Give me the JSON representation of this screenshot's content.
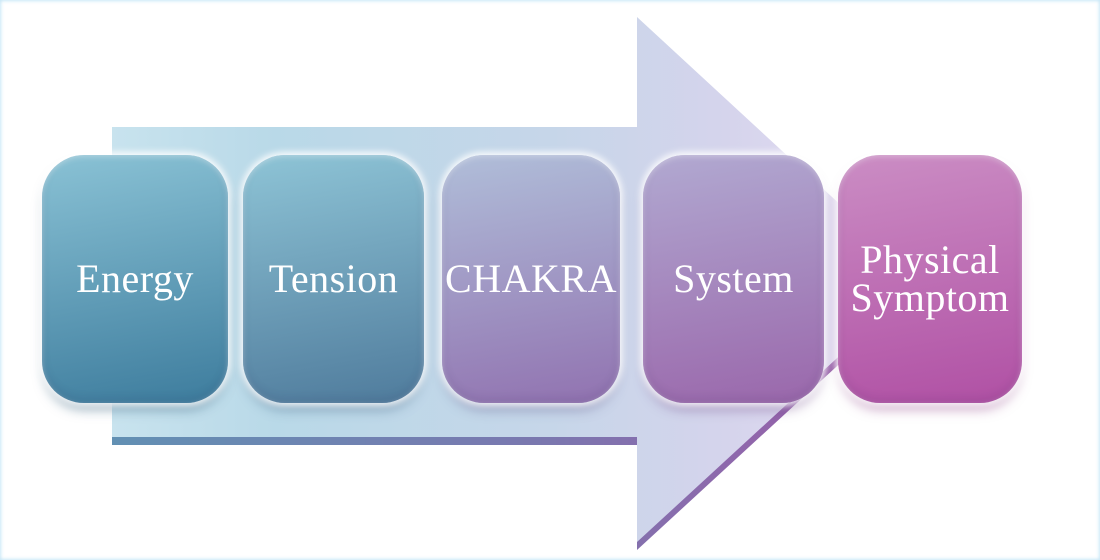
{
  "diagram": {
    "background_color": "#ffffff",
    "text_color": "#ffffff",
    "arrow": {
      "direction": "right",
      "body_gradient": [
        "#c8e3ee",
        "#b9d9e8",
        "#c6d6e9",
        "#d5d4ec",
        "#e9def4"
      ],
      "edge_gradient": [
        "#6290b3",
        "#7b77af",
        "#a258a8"
      ]
    },
    "steps": [
      {
        "label": "Energy",
        "color_top": "#8ac2d5",
        "color_bottom": "#3d7c9d",
        "shadow_color": "rgba(23,72,105,0.55)"
      },
      {
        "label": "Tension",
        "color_top": "#8ec4d6",
        "color_bottom": "#4f7b9c",
        "shadow_color": "rgba(30,70,110,0.5)"
      },
      {
        "label": "CHAKRA",
        "color_top": "#b0bed9",
        "color_bottom": "#9172b0",
        "shadow_color": "rgba(70,60,120,0.5)"
      },
      {
        "label": "System",
        "color_top": "#b1a9d1",
        "color_bottom": "#9a67ab",
        "shadow_color": "rgba(90,45,120,0.5)"
      },
      {
        "label": "Physical Symptom",
        "color_top": "#cb8dc4",
        "color_bottom": "#b050a4",
        "shadow_color": "rgba(130,40,120,0.5)"
      }
    ]
  }
}
